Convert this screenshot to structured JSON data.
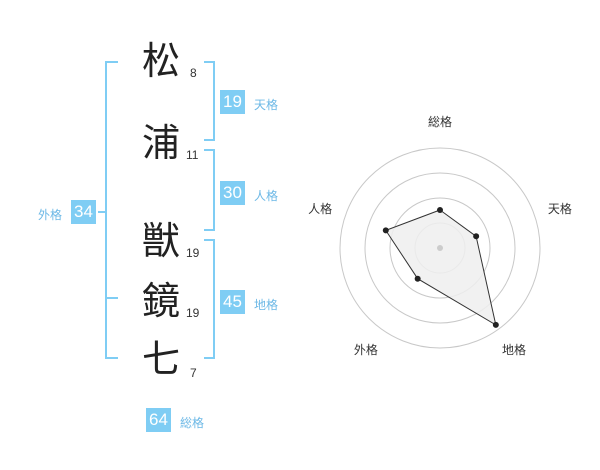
{
  "name": {
    "chars": [
      {
        "char": "松",
        "strokes": "8"
      },
      {
        "char": "浦",
        "strokes": "11"
      },
      {
        "char": "獣",
        "strokes": "19"
      },
      {
        "char": "鏡",
        "strokes": "19"
      },
      {
        "char": "七",
        "strokes": "7"
      }
    ]
  },
  "fortune": {
    "tenkaku": {
      "value": "19",
      "label": "天格"
    },
    "jinkaku": {
      "value": "30",
      "label": "人格"
    },
    "chikaku": {
      "value": "45",
      "label": "地格"
    },
    "gaikaku": {
      "value": "34",
      "label": "外格"
    },
    "soukaku": {
      "value": "64",
      "label": "総格"
    }
  },
  "colors": {
    "accent": "#7fcdf4",
    "accent_text": "#6cb8e6"
  },
  "chart_data": {
    "type": "radar",
    "axes": [
      "総格",
      "天格",
      "地格",
      "外格",
      "人格"
    ],
    "values": [
      2,
      2,
      5,
      2,
      3
    ],
    "rings": 4,
    "max": 5
  }
}
